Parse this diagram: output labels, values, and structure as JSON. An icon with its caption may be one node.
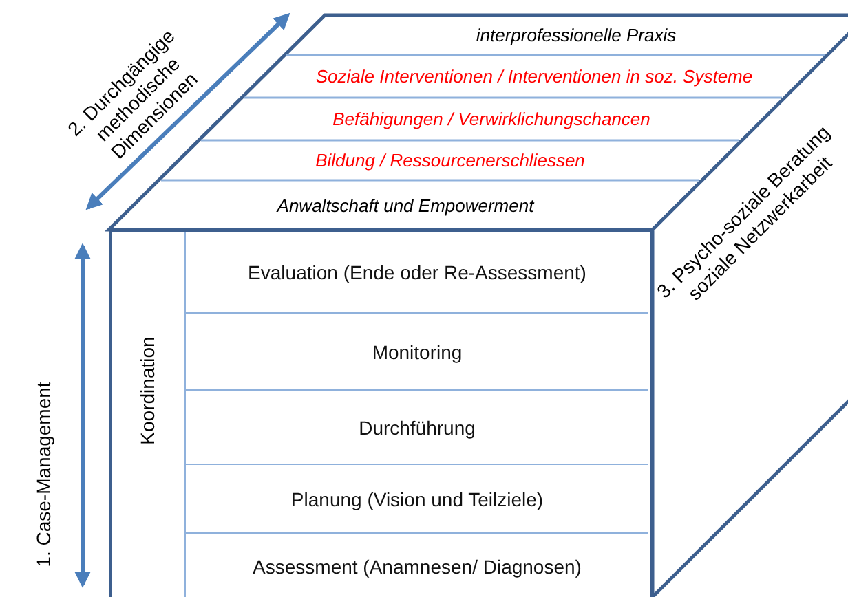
{
  "diagram": {
    "nodes": [
      {
        "text": [],
        "shape": "parallelogram"
      },
      {
        "text": [
          "interprofessionelle Praxis"
        ],
        "in": 0
      },
      {
        "text": [
          "Soziale Interventionen / Interventionen in soz. Systeme"
        ],
        "in": 0
      },
      {
        "text": [
          "Befähigungen / Verwirklichungschancen"
        ],
        "in": 0
      },
      {
        "text": [
          "Bildung / Ressourcenerschliessen"
        ],
        "in": 0
      },
      {
        "text": [
          "Anwaltschaft und Empowerment"
        ],
        "in": 0
      },
      {
        "text": [],
        "shape": "box"
      },
      {
        "text": [
          "Koordination"
        ],
        "in": 6
      },
      {
        "text": [
          "Evaluation (Ende oder Re-Assessment)"
        ],
        "in": 6
      },
      {
        "text": [
          "Monitoring"
        ],
        "in": 6
      },
      {
        "text": [
          "Durchführung"
        ],
        "in": 6
      },
      {
        "text": [
          "Planung (Vision und Teilziele)"
        ],
        "in": 6
      },
      {
        "text": [
          "Assessment (Anamnesen/ Diagnosen)"
        ],
        "in": 6
      },
      {
        "text": [
          "3. Psycho-soziale Beratung soziale Netzwerkarbeit"
        ]
      }
    ],
    "edges": [],
    "labels": [
      "2. Durchgängige methodische Dimensionen",
      "1. Case-Management"
    ]
  }
}
